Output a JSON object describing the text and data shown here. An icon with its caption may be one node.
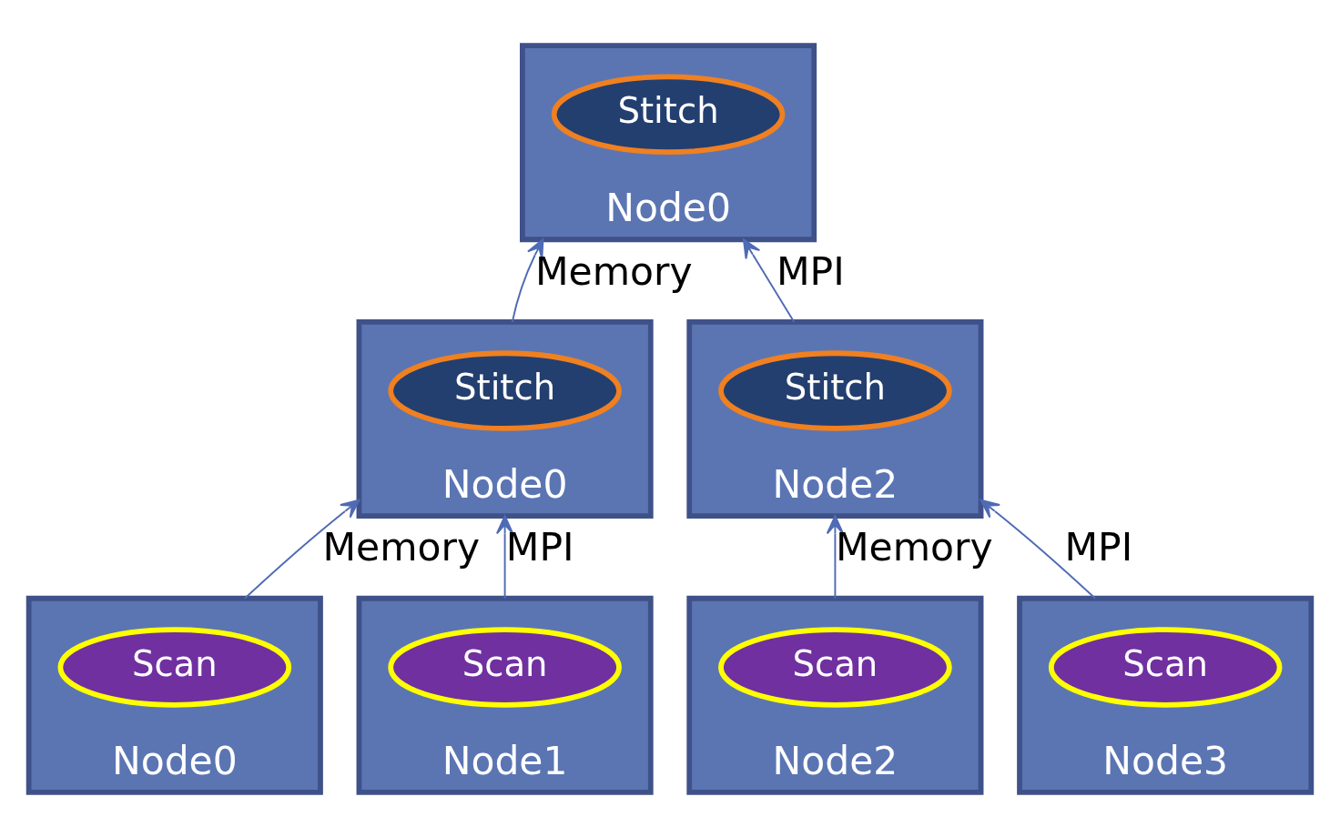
{
  "diagram": {
    "nodes": [
      {
        "text": [
          "Node0"
        ]
      },
      {
        "text": [
          "Stitch"
        ],
        "in": 0
      },
      {
        "text": [
          "Node0"
        ]
      },
      {
        "text": [
          "Stitch"
        ],
        "in": 2
      },
      {
        "text": [
          "Node2"
        ]
      },
      {
        "text": [
          "Stitch"
        ],
        "in": 4
      },
      {
        "text": [
          "Node0"
        ]
      },
      {
        "text": [
          "Scan"
        ],
        "in": 6
      },
      {
        "text": [
          "Node1"
        ]
      },
      {
        "text": [
          "Scan"
        ],
        "in": 8
      },
      {
        "text": [
          "Node2"
        ]
      },
      {
        "text": [
          "Scan"
        ],
        "in": 10
      },
      {
        "text": [
          "Node3"
        ]
      },
      {
        "text": [
          "Scan"
        ],
        "in": 12
      }
    ],
    "edges": [
      {
        "from": 2,
        "to": 0,
        "arrow": "to",
        "label": "Memory"
      },
      {
        "from": 4,
        "to": 0,
        "arrow": "to",
        "label": "MPI"
      },
      {
        "from": 6,
        "to": 2,
        "arrow": "to",
        "label": "Memory"
      },
      {
        "from": 8,
        "to": 2,
        "arrow": "to",
        "label": "MPI"
      },
      {
        "from": 10,
        "to": 4,
        "arrow": "to",
        "label": "Memory"
      },
      {
        "from": 12,
        "to": 4,
        "arrow": "to",
        "label": "MPI"
      }
    ]
  }
}
